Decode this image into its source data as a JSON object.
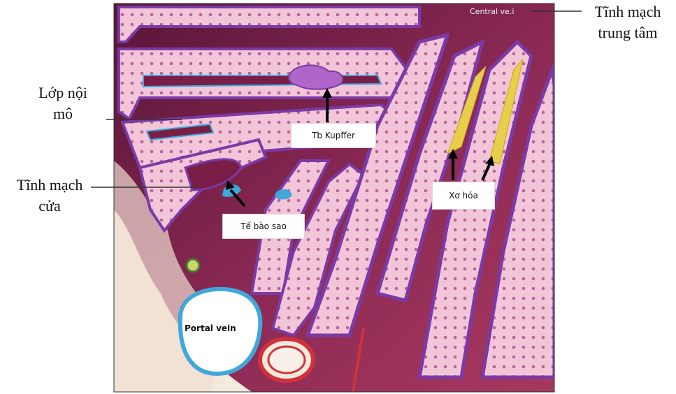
{
  "labels": {
    "central_vein_vi": "Tĩnh mạch trung tâm",
    "endothelium_vi": "Lớp nội mô",
    "portal_vein_vi": "Tĩnh mạch cửa",
    "kupffer": "Tb Kupffer",
    "stellate": "Tế bào sao",
    "fibrosis": "Xơ hóa",
    "portal_vein_en": "Portal vein",
    "central_vein_en": "Central ve.i"
  },
  "colors": {
    "tissue_dark": "#7a1e48",
    "tissue_mid": "#b2407a",
    "cord_fill": "#f2c6d8",
    "cord_border": "#7b3aa6",
    "endothelium_blue": "#3fa8d8",
    "fibrosis_yellow": "#e8cf4a",
    "background_cream": "#f3e9dc",
    "artery_red": "#d0323c"
  }
}
